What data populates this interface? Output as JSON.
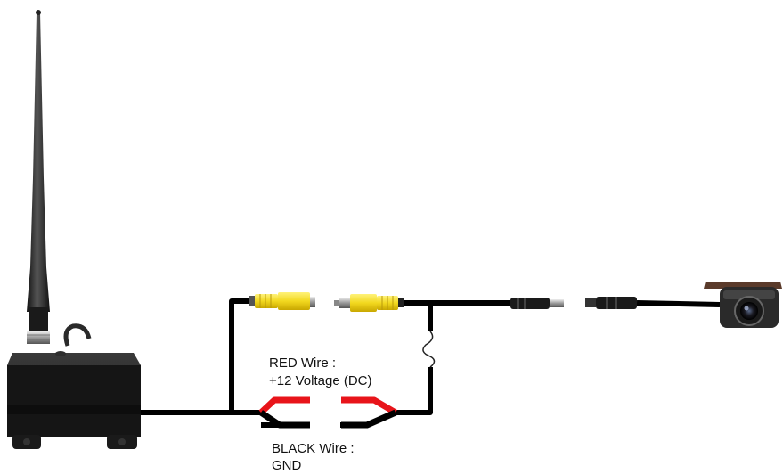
{
  "labels": {
    "red_wire_title": "RED Wire :",
    "red_wire_desc": "+12 Voltage (DC)",
    "black_wire_title": "BLACK Wire :",
    "black_wire_desc": "GND"
  },
  "colors": {
    "background": "#ffffff",
    "cable": "#000000",
    "red_wire": "#e8141a",
    "rca_yellow": "#f2e33a",
    "module_body": "#1c1c1c"
  },
  "components": [
    "antenna-icon",
    "wireless-transmitter-module",
    "rca-female-connector",
    "rca-male-connector",
    "four-pin-connector",
    "backup-camera-icon",
    "power-split"
  ]
}
